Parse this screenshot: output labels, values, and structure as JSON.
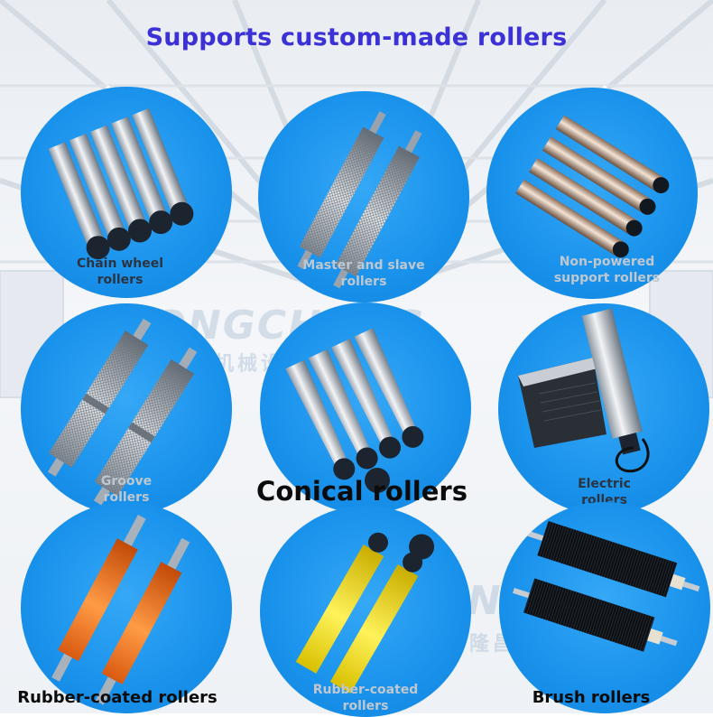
{
  "title": "Supports custom-made rollers",
  "watermark": {
    "brand": "LONGCHANG",
    "chinese": "隆昌机械设备"
  },
  "colors": {
    "title": "#3b31d6",
    "circle": "#1992ec"
  },
  "products": [
    {
      "caption_line1": "Chain wheel",
      "caption_line2": "rollers",
      "roller_type": "steel-chain-sprocket"
    },
    {
      "caption_line1": "Master and slave",
      "caption_line2": "rollers",
      "roller_type": "knurled-steel"
    },
    {
      "caption_line1": "Non-powered",
      "caption_line2": "support rollers",
      "roller_type": "copper-steel"
    },
    {
      "caption_line1": "Groove",
      "caption_line2": "rollers",
      "roller_type": "knurled-grooved"
    },
    {
      "caption": "Conical rollers",
      "roller_type": "conical-sprocket"
    },
    {
      "caption_line1": "Electric",
      "caption_line2": "rollers",
      "roller_type": "motorized-with-control-box"
    },
    {
      "caption": "Rubber-coated rollers",
      "roller_type": "orange-rubber"
    },
    {
      "caption_line1": "Rubber-coated",
      "caption_line2": "rollers",
      "roller_type": "yellow-rubber-sprocket"
    },
    {
      "caption": "Brush rollers",
      "roller_type": "black-brush"
    }
  ]
}
